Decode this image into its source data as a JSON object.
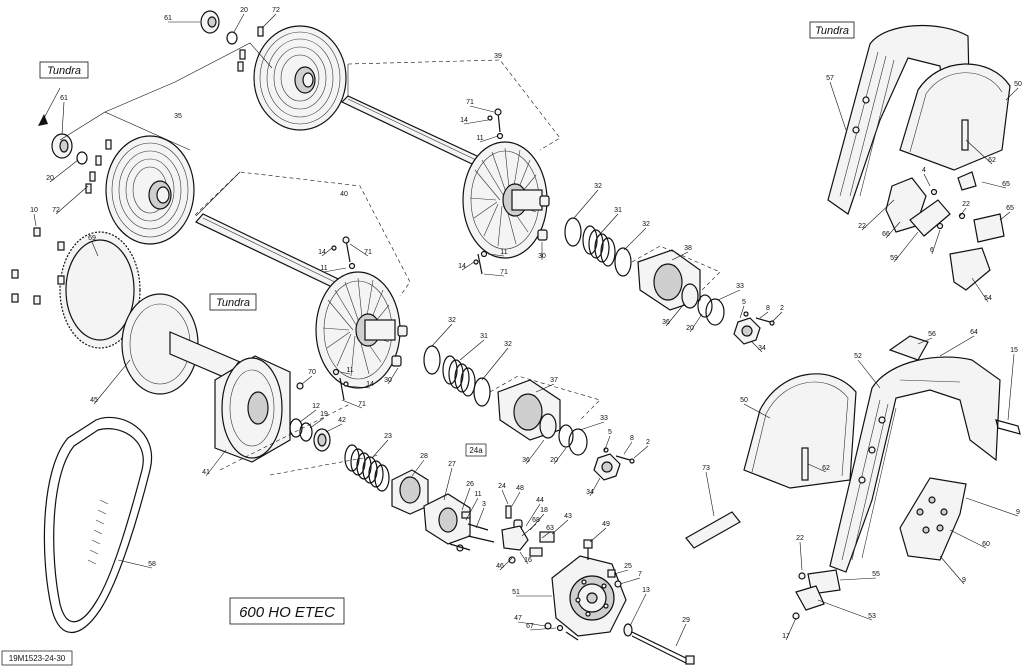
{
  "labels": {
    "tundra_1": "Tundra",
    "tundra_2": "Tundra",
    "tundra_3": "Tundra",
    "model": "600 HO ETEC",
    "ref_24a": "24a",
    "figure_code": "19M1523-24-30"
  },
  "callouts": [
    {
      "id": "61a",
      "text": "61"
    },
    {
      "id": "20a",
      "text": "20"
    },
    {
      "id": "72a",
      "text": "72"
    },
    {
      "id": "61b",
      "text": "61"
    },
    {
      "id": "35",
      "text": "35"
    },
    {
      "id": "20b",
      "text": "20"
    },
    {
      "id": "72b",
      "text": "72"
    },
    {
      "id": "10",
      "text": "10"
    },
    {
      "id": "69",
      "text": "69"
    },
    {
      "id": "45",
      "text": "45"
    },
    {
      "id": "39",
      "text": "39"
    },
    {
      "id": "71a",
      "text": "71"
    },
    {
      "id": "14a",
      "text": "14"
    },
    {
      "id": "11a",
      "text": "11"
    },
    {
      "id": "40",
      "text": "40"
    },
    {
      "id": "14b",
      "text": "14"
    },
    {
      "id": "71b",
      "text": "71"
    },
    {
      "id": "11b",
      "text": "11"
    },
    {
      "id": "14c",
      "text": "14"
    },
    {
      "id": "11c",
      "text": "11"
    },
    {
      "id": "71c",
      "text": "71"
    },
    {
      "id": "32a",
      "text": "32"
    },
    {
      "id": "31a",
      "text": "31"
    },
    {
      "id": "32b",
      "text": "32"
    },
    {
      "id": "30a",
      "text": "30"
    },
    {
      "id": "38",
      "text": "38"
    },
    {
      "id": "33a",
      "text": "33"
    },
    {
      "id": "5a",
      "text": "5"
    },
    {
      "id": "8a",
      "text": "8"
    },
    {
      "id": "2a",
      "text": "2"
    },
    {
      "id": "36a",
      "text": "36"
    },
    {
      "id": "20c",
      "text": "20"
    },
    {
      "id": "34a",
      "text": "34"
    },
    {
      "id": "32c",
      "text": "32"
    },
    {
      "id": "31b",
      "text": "31"
    },
    {
      "id": "32d",
      "text": "32"
    },
    {
      "id": "30b",
      "text": "30"
    },
    {
      "id": "11d",
      "text": "11"
    },
    {
      "id": "14d",
      "text": "14"
    },
    {
      "id": "71d",
      "text": "71"
    },
    {
      "id": "37",
      "text": "37"
    },
    {
      "id": "33b",
      "text": "33"
    },
    {
      "id": "5b",
      "text": "5"
    },
    {
      "id": "8b",
      "text": "8"
    },
    {
      "id": "2b",
      "text": "2"
    },
    {
      "id": "36b",
      "text": "36"
    },
    {
      "id": "20d",
      "text": "20"
    },
    {
      "id": "34b",
      "text": "34"
    },
    {
      "id": "70",
      "text": "70"
    },
    {
      "id": "12",
      "text": "12"
    },
    {
      "id": "19",
      "text": "19"
    },
    {
      "id": "42",
      "text": "42"
    },
    {
      "id": "41",
      "text": "41"
    },
    {
      "id": "23",
      "text": "23"
    },
    {
      "id": "28",
      "text": "28"
    },
    {
      "id": "27",
      "text": "27"
    },
    {
      "id": "26",
      "text": "26"
    },
    {
      "id": "24",
      "text": "24"
    },
    {
      "id": "48",
      "text": "48"
    },
    {
      "id": "11e",
      "text": "11"
    },
    {
      "id": "3",
      "text": "3"
    },
    {
      "id": "44",
      "text": "44"
    },
    {
      "id": "18",
      "text": "18"
    },
    {
      "id": "68",
      "text": "68"
    },
    {
      "id": "63",
      "text": "63"
    },
    {
      "id": "43",
      "text": "43"
    },
    {
      "id": "16",
      "text": "16"
    },
    {
      "id": "46",
      "text": "46"
    },
    {
      "id": "49",
      "text": "49"
    },
    {
      "id": "25",
      "text": "25"
    },
    {
      "id": "7",
      "text": "7"
    },
    {
      "id": "51",
      "text": "51"
    },
    {
      "id": "13",
      "text": "13"
    },
    {
      "id": "47",
      "text": "47"
    },
    {
      "id": "67",
      "text": "67"
    },
    {
      "id": "29",
      "text": "29"
    },
    {
      "id": "58",
      "text": "58"
    },
    {
      "id": "57",
      "text": "57"
    },
    {
      "id": "50a",
      "text": "50"
    },
    {
      "id": "62a",
      "text": "62"
    },
    {
      "id": "4",
      "text": "4"
    },
    {
      "id": "65a",
      "text": "65"
    },
    {
      "id": "22a",
      "text": "22"
    },
    {
      "id": "66",
      "text": "66"
    },
    {
      "id": "22b",
      "text": "22"
    },
    {
      "id": "65b",
      "text": "65"
    },
    {
      "id": "59",
      "text": "59"
    },
    {
      "id": "6",
      "text": "6"
    },
    {
      "id": "54",
      "text": "54"
    },
    {
      "id": "56",
      "text": "56"
    },
    {
      "id": "64",
      "text": "64"
    },
    {
      "id": "52",
      "text": "52"
    },
    {
      "id": "15",
      "text": "15"
    },
    {
      "id": "50b",
      "text": "50"
    },
    {
      "id": "62b",
      "text": "62"
    },
    {
      "id": "73",
      "text": "73"
    },
    {
      "id": "9a",
      "text": "9"
    },
    {
      "id": "60",
      "text": "60"
    },
    {
      "id": "22c",
      "text": "22"
    },
    {
      "id": "55",
      "text": "55"
    },
    {
      "id": "9b",
      "text": "9"
    },
    {
      "id": "53",
      "text": "53"
    },
    {
      "id": "17",
      "text": "17"
    }
  ]
}
